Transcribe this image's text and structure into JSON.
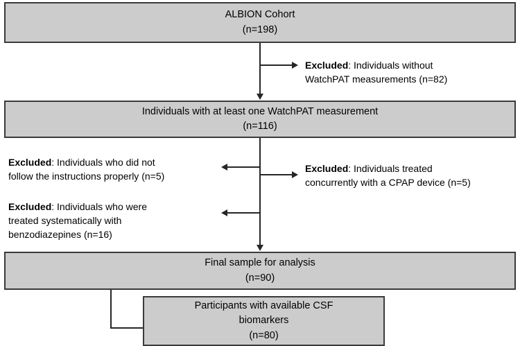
{
  "diagram": {
    "type": "flowchart",
    "title": "ALBION Cohort participant flow",
    "colors": {
      "box_fill": "#cccccc",
      "box_border": "#3a3a3a",
      "connector": "#262626",
      "text": "#000000",
      "background": "#ffffff"
    },
    "boxes": [
      {
        "id": "cohort",
        "line1": "ALBION Cohort",
        "line2": "(n=198)"
      },
      {
        "id": "watchpat",
        "line1": "Individuals with at least one WatchPAT measurement",
        "line2": "(n=116)"
      },
      {
        "id": "final-sample",
        "line1": "Final sample for analysis",
        "line2": "(n=90)"
      },
      {
        "id": "csf-biomarkers",
        "line1": "Participants with available CSF",
        "line2": "biomarkers",
        "line3": "(n=80)"
      }
    ],
    "exclusions": [
      {
        "id": "no-watchpat",
        "label": "Excluded",
        "separator": ":",
        "line1_rest": " Individuals without",
        "line2": "WatchPAT measurements (n=82)",
        "count": "n=82"
      },
      {
        "id": "instructions",
        "label": "Excluded",
        "separator": ":",
        "line1_rest": " Individuals who did not",
        "line2": "follow the instructions properly (n=5)",
        "count": "n=5"
      },
      {
        "id": "cpap",
        "label": "Excluded",
        "separator": ":",
        "line1_rest": " Individuals treated",
        "line2": "concurrently with a CPAP device (n=5)",
        "count": "n=5"
      },
      {
        "id": "benzodiazepines",
        "label": "Excluded",
        "separator": ":",
        "line1_rest": " Individuals who were",
        "line2": "treated systematically with",
        "line3": "benzodiazepines (n=16)",
        "count": "n=16"
      }
    ]
  }
}
